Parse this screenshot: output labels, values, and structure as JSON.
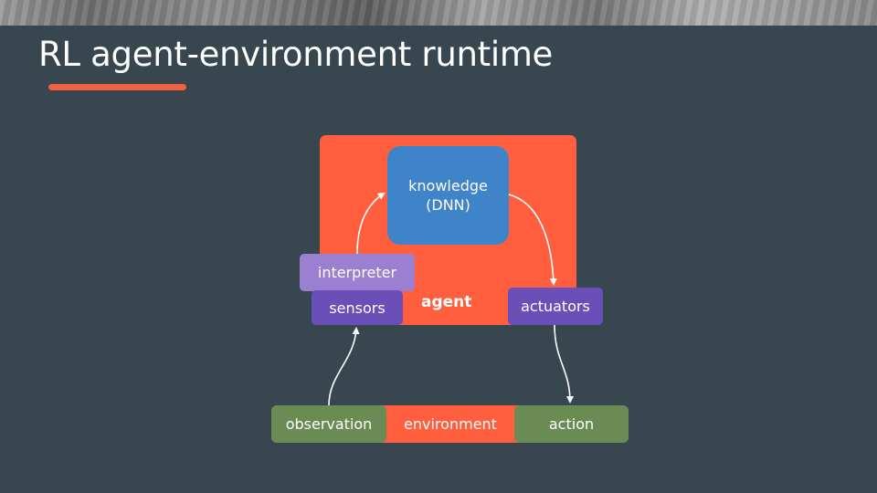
{
  "slide": {
    "title": "RL agent-environment runtime"
  },
  "diagram": {
    "agent": {
      "label": "agent"
    },
    "knowledge": {
      "line1": "knowledge",
      "line2": "(DNN)"
    },
    "interpreter": {
      "label": "interpreter"
    },
    "sensors": {
      "label": "sensors"
    },
    "actuators": {
      "label": "actuators"
    },
    "environment": {
      "label": "environment"
    },
    "observation": {
      "label": "observation"
    },
    "action": {
      "label": "action"
    }
  },
  "colors": {
    "background": "#37464f",
    "accent_orange": "#ff5e3f",
    "knowledge_blue": "#3f84c8",
    "interpreter_lavender": "#9b7fd1",
    "io_purple": "#6a4fb8",
    "env_green": "#6b8b55"
  }
}
